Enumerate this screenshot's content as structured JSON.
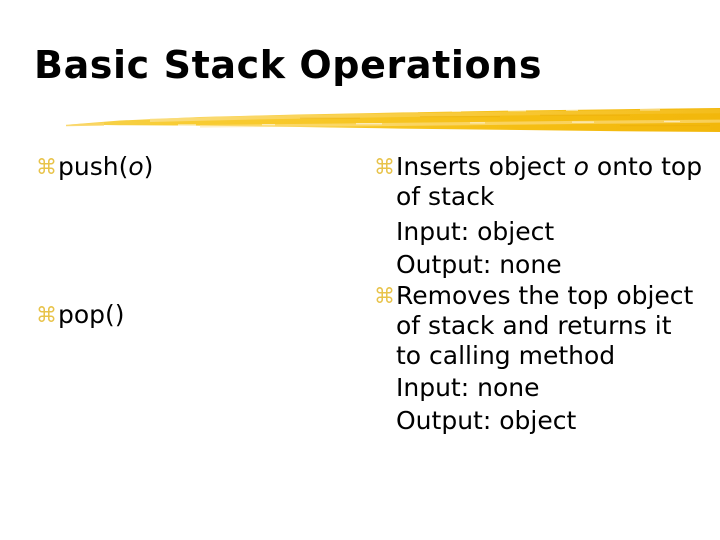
{
  "slide": {
    "title": "Basic Stack Operations",
    "accent_color": "#F5C21E",
    "bullet_color": "#E8C34A",
    "text_color": "#000000",
    "background_color": "#FFFFFF",
    "bullet_glyph": "⌘",
    "divider": "yellow-brushstroke"
  },
  "left_column": {
    "items": [
      {
        "label_prefix": "push(",
        "label_param": "o",
        "label_suffix": ")"
      },
      {
        "label_prefix": "pop(",
        "label_param": "",
        "label_suffix": ")"
      }
    ]
  },
  "right_column": {
    "blocks": [
      {
        "description_prefix": "Inserts object ",
        "description_param": "o",
        "description_suffix": " onto top of stack",
        "input_line": "Input: object",
        "output_line": "Output: none"
      },
      {
        "description_prefix": "Removes the top object of stack and returns it to calling method",
        "description_param": "",
        "description_suffix": "",
        "input_line": "Input: none",
        "output_line": "Output: object"
      }
    ]
  }
}
